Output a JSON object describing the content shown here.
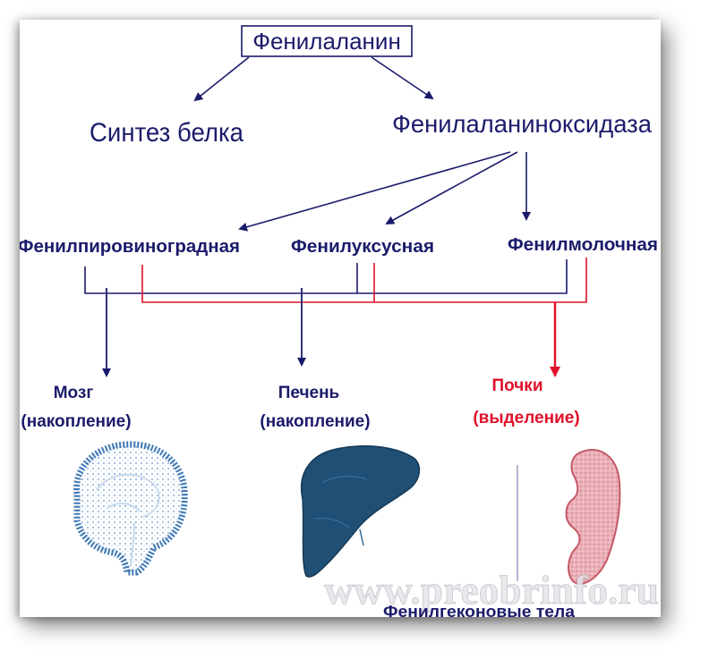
{
  "nodes": {
    "root": "Фенилаланин",
    "protein_synthesis": "Синтез белка",
    "oxidase": "Фенилаланиноксидаза",
    "phenylpyruvic": "Фенилпировиноградная",
    "phenylacetic": "Фенилуксусная",
    "phenyllactic": "Фенилмолочная"
  },
  "organs": {
    "brain": {
      "name": "Мозг",
      "role": "(накопление)"
    },
    "liver": {
      "name": "Печень",
      "role": "(накопление)"
    },
    "kidneys": {
      "name": "Почки",
      "role": "(выделение)"
    }
  },
  "ketone_bodies": "Фенилгеконовые тела",
  "watermark": "www.preobrinfo.ru",
  "colors": {
    "navy": "#1b1b6b",
    "red": "#e0102a",
    "brain_fill": "#5a8fc4",
    "liver_fill": "#1f4f75",
    "kidney_fill": "#e8a3ab"
  }
}
